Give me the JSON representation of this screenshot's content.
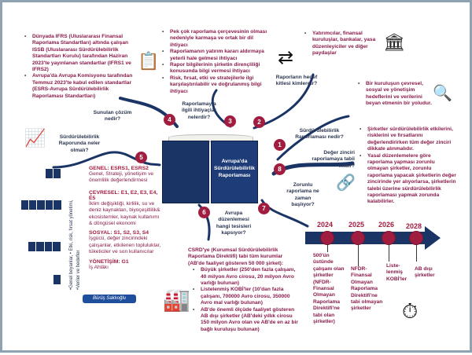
{
  "left_top": {
    "bullets": [
      "Dünyada IFRS (Uluslararası Finansal Raporlama Standartları) altında çalışan ISSB (Uluslararası Sürdürülebilirlik Standartları Kurulu) tarafından Haziran 2023'te yayınlanan standartlar (IFRS1 ve IFRS2)",
      "Avrupa'da Avrupa Komisyonu tarafından Temmuz 2023'te kabul edilen standartlar (ESRS-Avrupa Sürdürülebilirlik Raporlaması Standartları)"
    ]
  },
  "needs": {
    "bullets": [
      "Pek çok raporlama çerçevesinin olması nedeniyle karmaşa ve ortak bir dil ihtiyacı",
      "Raporlamanın yatırım kararı aldırmaya yeterli hale gelmesi ihtiyacı",
      "Rapor bilgilerinin şirketin dirençliliği konusunda bilgi vermesi ihtiyacı",
      "Risk, fırsat, etki ve stratejilerle ilgi karşılaştırılabilir ve doğrulanmış bilgi ihtiyacı"
    ]
  },
  "audience": {
    "bullets": [
      "Yatırımcılar, finansal kuruluşlar, bankalar, yasa düzenleyiciler ve diğer paydaşlar"
    ]
  },
  "definition": {
    "bullets": [
      "Bir kuruluşun çevresel, sosyal ve yönetişim hedeflerini ve verilerini beyan etmenin bir yoludur."
    ]
  },
  "value_chain": {
    "bullets": [
      "Şirketler sürdürülebilirlik etkilerini, risklerini ve fırsatlarını değerlendirirken tüm değer zinciri dikkate alınmalıdır.",
      "Yasal düzenlemelere göre raporlama yapması zorunlu olmayan şirketler, zorunlu raporlama yapacak şirketlerin değer zincirinde yer alıyorlarsa, şirketlerin talebi üzerine sürdürülebilirlik raporlaması yapmak zorunda kalabilirler."
    ]
  },
  "questions": {
    "q1": "Sürdürülebilirlik Raporlaması nedir?",
    "q2": "Raporların hedef kitlesi kimlerdir?",
    "q3": "Raporlamayla ilgili ihtiyaçlar nelerdir?",
    "q4": "Sunulan çözüm nedir?",
    "q5": "Sürdürülebilirlik Raporunda neler olmalı?",
    "q6": "Avrupa düzenlemesi hangi tesisleri kapsıyor?",
    "q7": "Zorunlu raporlama ne zaman başlıyor?",
    "q8": "Değer zinciri raporlamaya tabii midir?"
  },
  "numbers": [
    "1",
    "2",
    "3",
    "4",
    "5",
    "6",
    "7",
    "8"
  ],
  "book_title": "Avrupa'da Sürdürülebilirlik Raporlaması",
  "contents": {
    "rotated": "•Genel beyanlar, • Etki, risk, fırsat yönetimi, •Veriler ve hedefler",
    "genel": {
      "head": "GENEL: ESRS1, ESRS2",
      "body": "Genel, Strateji, yönetişim ve önemlilik değerlendirmesi"
    },
    "cevresel": {
      "head": "ÇEVRESEL: E1, E2, E3, E4, E5",
      "body": "İklim değişikliği, kirlilik, su ve deniz kaynakları, biyoçeşitlilik& ekosistemler, kaynak kullanımı & döngüsel ekonomi"
    },
    "sosyal": {
      "head": "SOSYAL: S1, S2, S3, S4",
      "body": "İşgücü, değer zincirindeki çalışanlar, etkilenen topluluklar, tüketiciler ve son kullanıcılar"
    },
    "yonetisim": {
      "head": "YÖNETİŞİM: G1",
      "body": "İş Ahlâkı"
    }
  },
  "signature": "Bürüş Saklıoğlu",
  "scope": {
    "intro": "CSRD'ye (Kurumsal Sürdürülebilirlik Raporlama Direktifi) tabi tüm kurumlar (AB'de faaliyet gösteren 50 000 şirket):",
    "bullets": [
      "Büyük şirketler (250'den fazla çalışanı, 40 milyon Avro cirosu, 20 milyon Avro varlığı bulunan)",
      "Listelenmiş KOBİ'ler (10'dan fazla çalışanı, 700000 Avro cirosu, 350000 Avro mal varlığı bulunan)",
      "AB'de önemli ölçüde faaliyet gösteren AB dışı şirketler (AB'deki yıllık cirosu 150 milyon Avro olan ve AB'de en az bir bağlı kuruluşu bulunan)"
    ]
  },
  "timeline": [
    {
      "year": "2024",
      "label": "500'ün üstünde çalışanı olan şirketler (NFDR-Finansal Olmayan Raporlama Direktifi'ne tabi olan şirketler)"
    },
    {
      "year": "2025",
      "label": "NFDR-Finansal Olmayan Raporlama Direktifi'ne tabi olmayan şirketler"
    },
    {
      "year": "2026",
      "label": "Liste-lenmiş KOBİ'ler"
    },
    {
      "year": "2028",
      "label": "AB dışı şirketler"
    }
  ]
}
